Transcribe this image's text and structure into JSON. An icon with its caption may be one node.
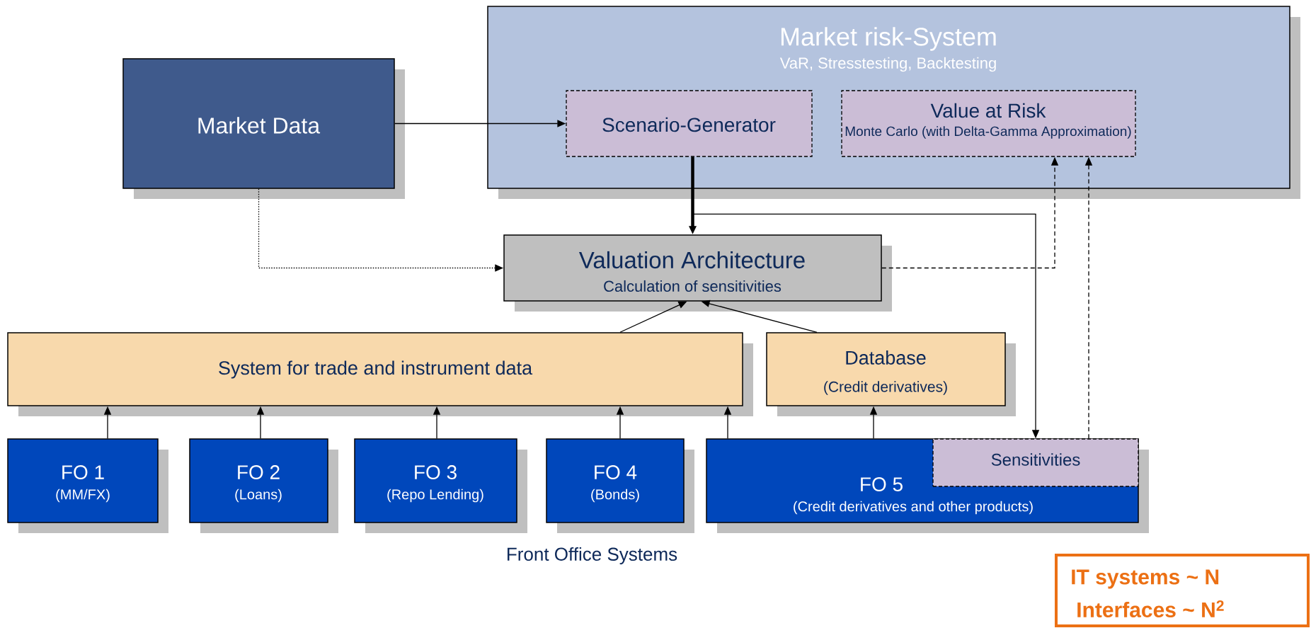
{
  "diagram": {
    "nodes": [
      {
        "text": [
          "Market Data"
        ]
      },
      {
        "text": [
          "Market risk-System",
          "VaR, Stresstesting, Backtesting"
        ]
      },
      {
        "text": [
          "Scenario-Generator"
        ],
        "in": 1
      },
      {
        "text": [
          "Value at Risk",
          "Monte Carlo (with Delta-Gamma Approximation)"
        ],
        "in": 1
      },
      {
        "text": [
          "Valuation Architecture",
          "Calculation of sensitivities"
        ]
      },
      {
        "text": [
          "System for trade and instrument data"
        ]
      },
      {
        "text": [
          "Database",
          "(Credit derivatives)"
        ]
      },
      {
        "text": [
          "FO 1",
          "(MM/FX)"
        ]
      },
      {
        "text": [
          "FO 2",
          "(Loans)"
        ]
      },
      {
        "text": [
          "FO 3",
          "(Repo Lending)"
        ]
      },
      {
        "text": [
          "FO 4",
          "(Bonds)"
        ]
      },
      {
        "text": [
          "FO 5",
          "(Credit derivatives and other products)"
        ]
      },
      {
        "text": [
          "Sensitivities"
        ],
        "in": 11
      },
      {
        "text": [
          "IT systems ~ N",
          "Interfaces ~ N$^{2}$"
        ]
      }
    ],
    "edges": [
      {
        "from": 0,
        "to": 2,
        "arrow": "to"
      },
      {
        "from": 0,
        "to": 4,
        "arrow": "to",
        "style": "dashed"
      },
      {
        "from": 2,
        "to": 4,
        "arrow": "to",
        "style": "thick"
      },
      {
        "from": 2,
        "to": 12,
        "arrow": "to"
      },
      {
        "from": 4,
        "to": 3,
        "arrow": "to",
        "style": "dashed"
      },
      {
        "from": 12,
        "to": 3,
        "arrow": "to",
        "style": "dashed"
      },
      {
        "from": 5,
        "to": 4,
        "arrow": "to"
      },
      {
        "from": 6,
        "to": 4,
        "arrow": "to"
      },
      {
        "from": 7,
        "to": 5,
        "arrow": "to"
      },
      {
        "from": 8,
        "to": 5,
        "arrow": "to"
      },
      {
        "from": 9,
        "to": 5,
        "arrow": "to"
      },
      {
        "from": 10,
        "to": 5,
        "arrow": "to"
      },
      {
        "from": 11,
        "to": 5,
        "arrow": "to"
      },
      {
        "from": 11,
        "to": 6,
        "arrow": "to"
      }
    ],
    "labels": [
      "Front Office Systems"
    ]
  }
}
